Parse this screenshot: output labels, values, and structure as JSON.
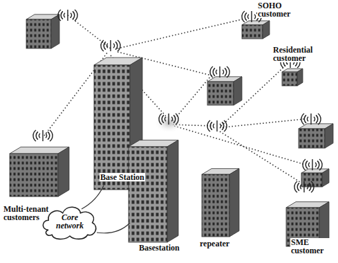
{
  "diagram": {
    "nodes": [
      {
        "text": [
          "Core network"
        ]
      }
    ],
    "labels": [
      "SOHO customer",
      "Residential customer",
      "Multi-tenant customers",
      "Base Station",
      "Basestation",
      "repeater",
      "SME customer"
    ]
  }
}
